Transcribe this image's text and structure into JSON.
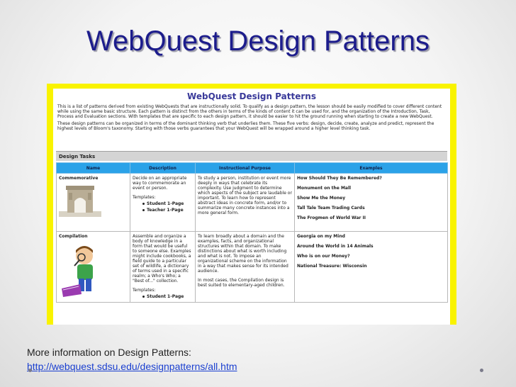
{
  "slide": {
    "title": "WebQuest Design Patterns",
    "footer_label": "More information on Design Patterns:",
    "footer_link": "http://webquest.sdsu.edu/designpatterns/all.htm"
  },
  "screenshot": {
    "page_title": "WebQuest Design Patterns",
    "intro_1": "This is a list of patterns derived from existing WebQuests that are instructionally solid. To qualify as a design pattern, the lesson should be easily modified to cover different content while using the same basic structure. Each pattern is distinct from the others in terms of the kinds of content it can be used for, and the organization of the Introduction, Task, Process and Evaluation sections. With templates that are specific to each design pattern, it should be easier to hit the ground running when starting to create a new WebQuest.",
    "intro_2": "These design patterns can be organized in terms of the dominant thinking verb that underlies them. These five verbs: design, decide, create, analyze and predict, represent the highest levels of Bloom's taxonomy. Starting with those verbs guarantees that your WebQuest will be wrapped around a higher level thinking task.",
    "section_heading": "Design Tasks",
    "columns": [
      "Name",
      "Description",
      "Instructional Purpose",
      "Examples"
    ],
    "rows": [
      {
        "name": "Commemorative",
        "description": "Decide on an appropriate way to commemorate an event or person.",
        "templates_label": "Templates:",
        "templates": [
          "Student 1-Page",
          "Teacher 1-Page"
        ],
        "purpose": "To study a person, institution or event more deeply in ways that celebrate its complexity. Use judgment to determine which aspects of the subject are laudable or important. To learn how to represent abstract ideas in concrete form, and/or to summarize many concrete instances into a more general form.",
        "purpose_2": "",
        "examples": [
          "How Should They Be Remembered?",
          "Monument on the Mall",
          "Show Me the Money",
          "Tall Tale Team Trading Cards",
          "The Frogmen of World War II"
        ]
      },
      {
        "name": "Compilation",
        "description": "Assemble and organize a body of knowledge in a form that would be useful to someone else. Examples might include cookbooks, a field guide to a particular set of wildlife, a dictionary of terms used in a specific realm; a Who's Who; a \"Best of...\" collection.",
        "templates_label": "Templates:",
        "templates": [
          "Student 1-Page"
        ],
        "purpose": "To learn broadly about a domain and the examples, facts, and organizational structures within that domain. To make distinctions about what is worth including and what is not. To impose an organizational scheme on the information in a way that makes sense for its intended audience.",
        "purpose_2": "In most cases, the Compilation design is best suited to elementary-aged children.",
        "examples": [
          "Georgia on my Mind",
          "Around the World in 14 Animals",
          "Who is on our Money?",
          "National Treasure: Wisconsin"
        ]
      }
    ]
  },
  "colors": {
    "title": "#1c1c8c",
    "frame": "#f9f300",
    "header_row": "#2ba2e8",
    "link": "#1a3fd0"
  }
}
